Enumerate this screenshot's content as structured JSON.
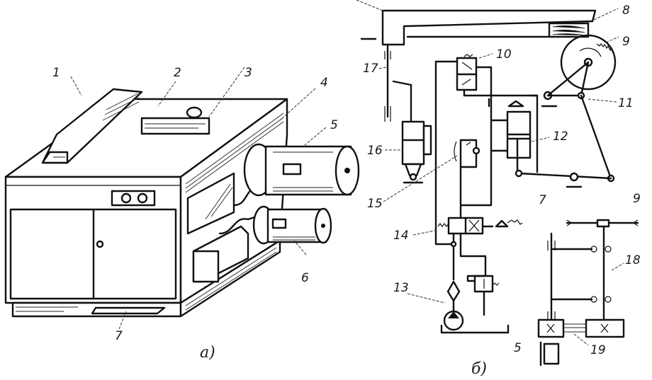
{
  "figure": {
    "panel_a": {
      "caption": "a)",
      "labels": {
        "l1": "1",
        "l2": "2",
        "l3": "3",
        "l4": "4",
        "l5": "5",
        "l6": "6",
        "l7": "7"
      }
    },
    "panel_b": {
      "caption": "б)",
      "labels": {
        "l8": "8",
        "l9": "9",
        "l9b": "9",
        "l10": "10",
        "l11": "11",
        "l12": "12",
        "l13": "13",
        "l14": "14",
        "l15": "15",
        "l16": "16",
        "l17": "17",
        "l18": "18",
        "l19": "19",
        "l7": "7",
        "l5": "5"
      }
    }
  }
}
